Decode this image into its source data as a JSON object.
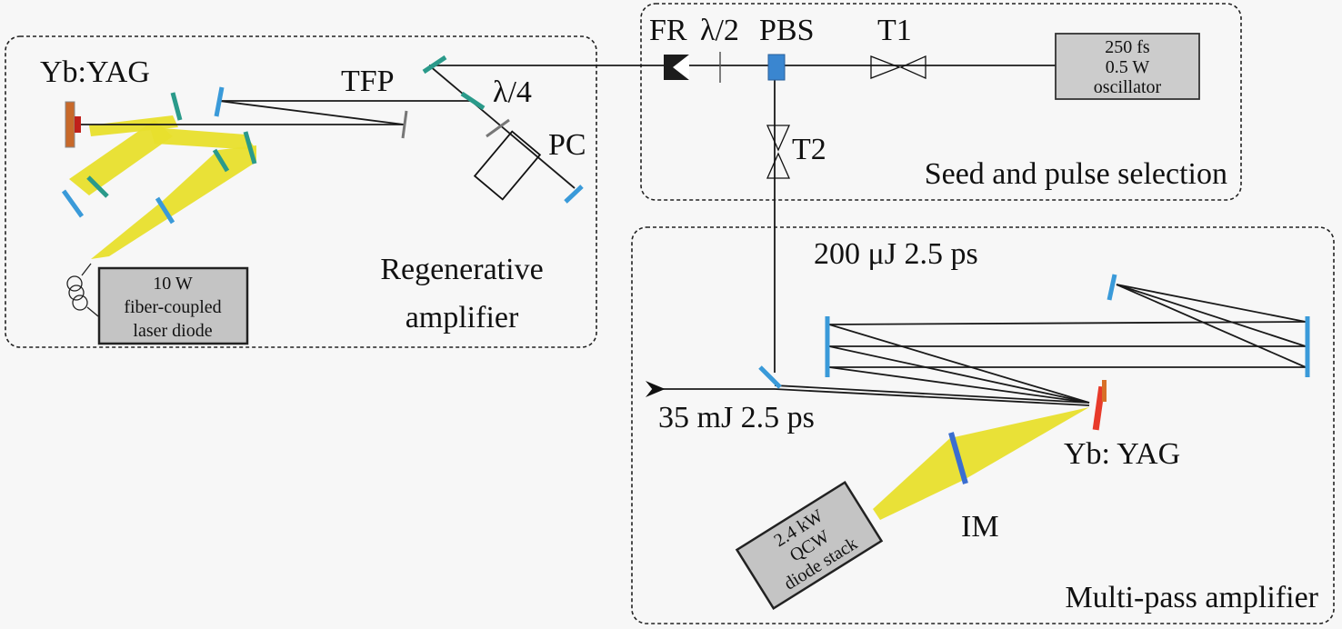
{
  "title": "Laser amplifier system schematic",
  "sections": {
    "regen": {
      "label_line1": "Regenerative",
      "label_line2": "amplifier"
    },
    "seed": {
      "label": "Seed and pulse selection"
    },
    "multipass": {
      "label": "Multi-pass amplifier"
    }
  },
  "components": {
    "yb_yag_regen": "Yb:YAG",
    "tfp": "TFP",
    "quarter_wave": "λ/4",
    "pc": "PC",
    "fr": "FR",
    "half_wave": "λ/2",
    "pbs": "PBS",
    "t1": "T1",
    "t2": "T2",
    "im": "IM",
    "yb_yag_mp": "Yb: YAG"
  },
  "boxes": {
    "oscillator": [
      "250 fs",
      "0.5 W",
      "oscillator"
    ],
    "fiber_diode": [
      "10 W",
      "fiber-coupled",
      "laser diode"
    ],
    "diode_stack": [
      "2.4 kW",
      "QCW",
      "diode stack"
    ]
  },
  "annotations": {
    "input_pulse": "200 μJ 2.5 ps",
    "output_pulse": "35 mJ 2.5 ps"
  },
  "colors": {
    "mirror": "#3a9ad9",
    "pump_beam": "#e8df2c",
    "gain_crystal": "#d0451f",
    "box_fill": "#c4c4c4"
  }
}
